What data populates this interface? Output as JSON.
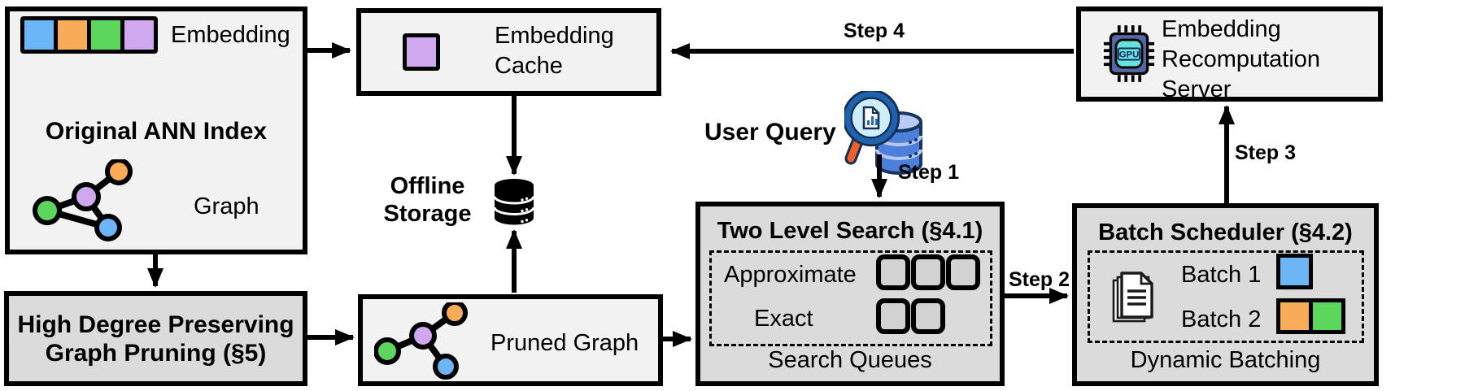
{
  "colors": {
    "blue": "#6CB5F7",
    "orange": "#F8AC57",
    "green": "#5CD65C",
    "purple": "#CFA8F0",
    "box_light": "#F2F2F2",
    "box_dark": "#DBDBDB",
    "line_black": "#000000",
    "gpu_chip_body": "#5566A3",
    "gpu_chip_core": "#66E2DC",
    "magnifier_rim": "#1F63B0",
    "magnifier_handle": "#F0602F",
    "query_db_band": "#4D80DB"
  },
  "ann_index": {
    "title": "Original ANN Index",
    "embedding_label": "Embedding",
    "graph_label": "Graph"
  },
  "embedding_cache": {
    "label": "Embedding\nCache"
  },
  "recomputation_server": {
    "label": "Embedding\nRecomputation\nServer",
    "gpu_label": "GPU"
  },
  "offline_storage": {
    "label": "Offline\nStorage"
  },
  "user_query": {
    "label": "User Query"
  },
  "high_degree_pruning": {
    "title": "High Degree Preserving\nGraph Pruning (§5)"
  },
  "pruned_graph": {
    "label": "Pruned Graph"
  },
  "two_level_search": {
    "title": "Two Level Search (§4.1)",
    "rows": [
      {
        "label": "Approximate",
        "queue_count": 3
      },
      {
        "label": "Exact",
        "queue_count": 2
      }
    ],
    "caption": "Search Queues"
  },
  "batch_scheduler": {
    "title": "Batch Scheduler (§4.2)",
    "batches": [
      {
        "label": "Batch 1",
        "colors": [
          "blue"
        ]
      },
      {
        "label": "Batch 2",
        "colors": [
          "orange",
          "green"
        ]
      }
    ],
    "caption": "Dynamic Batching"
  },
  "steps": {
    "step1": "Step 1",
    "step2": "Step 2",
    "step3": "Step 3",
    "step4": "Step 4"
  },
  "icons": {
    "user_query": "magnifier-over-database-icon",
    "offline_storage": "database-cylinder-icon",
    "recomputation_server": "gpu-chip-icon",
    "batch_scheduler": "stacked-documents-icon",
    "ann_index": "graph-nodes-icon",
    "pruned_graph": "pruned-graph-nodes-icon"
  }
}
